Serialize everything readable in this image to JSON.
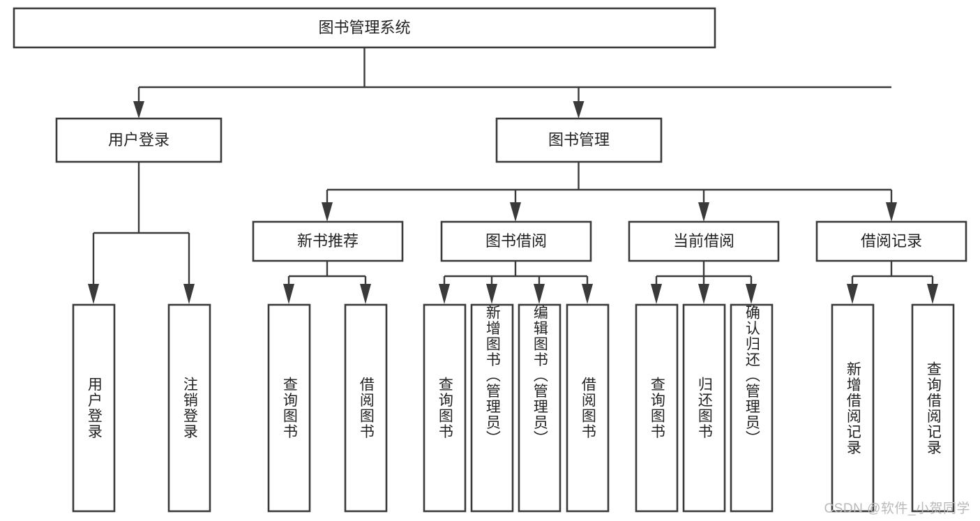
{
  "diagram": {
    "title": "图书管理系统",
    "type": "tree-hierarchy",
    "watermark": "CSDN @软件_小贺同学",
    "colors": {
      "stroke": "#3a3a3a",
      "text": "#222222",
      "background": "#ffffff",
      "watermark": "#b9b9b9"
    },
    "root": {
      "label": "图书管理系统"
    },
    "tier2": [
      {
        "label": "用户登录"
      },
      {
        "label": "图书管理"
      }
    ],
    "tier3": [
      {
        "label": "新书推荐"
      },
      {
        "label": "图书借阅"
      },
      {
        "label": "当前借阅"
      },
      {
        "label": "借阅记录"
      }
    ],
    "leaves": {
      "user_login": [
        {
          "label": "用户登录"
        },
        {
          "label": "注销登录"
        }
      ],
      "new_book_recommend": [
        {
          "label": "查询图书"
        },
        {
          "label": "借阅图书"
        }
      ],
      "book_borrow": [
        {
          "label": "查询图书"
        },
        {
          "label": "新增图书（管理员）"
        },
        {
          "label": "编辑图书（管理员）"
        },
        {
          "label": "借阅图书"
        }
      ],
      "current_borrow": [
        {
          "label": "查询图书"
        },
        {
          "label": "归还图书"
        },
        {
          "label": "确认归还（管理员）"
        }
      ],
      "borrow_record": [
        {
          "label": "新增借阅记录"
        },
        {
          "label": "查询借阅记录"
        }
      ]
    }
  }
}
